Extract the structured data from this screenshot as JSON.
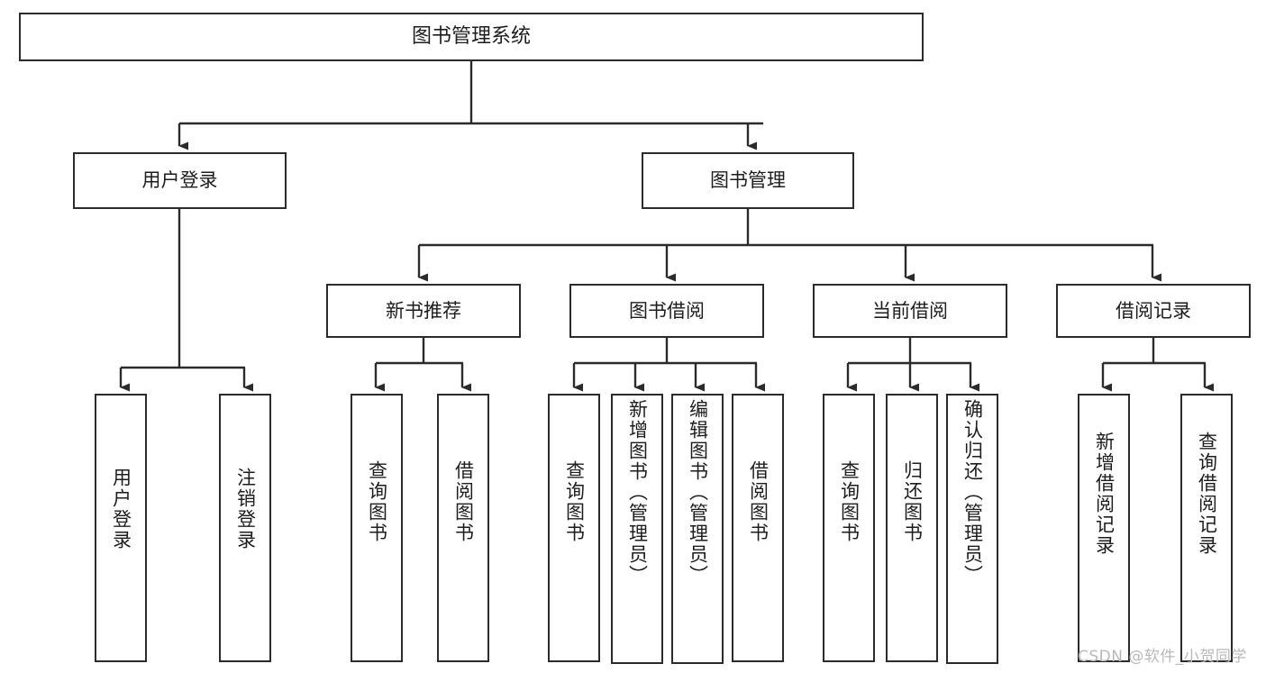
{
  "diagram": {
    "title_node": {
      "label": "图书管理系统"
    },
    "level2": [
      {
        "id": "user-login",
        "label": "用户登录"
      },
      {
        "id": "book-management",
        "label": "图书管理"
      }
    ],
    "level3": [
      {
        "id": "new-book-recommend",
        "label": "新书推荐"
      },
      {
        "id": "book-borrow",
        "label": "图书借阅"
      },
      {
        "id": "current-borrow",
        "label": "当前借阅"
      },
      {
        "id": "borrow-record",
        "label": "借阅记录"
      }
    ],
    "leaves": [
      {
        "id": "leaf-user-login",
        "label": "用户登录",
        "parent": "user-login"
      },
      {
        "id": "leaf-logout",
        "label": "注销登录",
        "parent": "user-login"
      },
      {
        "id": "leaf-query-book-1",
        "label": "查询图书",
        "parent": "new-book-recommend"
      },
      {
        "id": "leaf-borrow-book-1",
        "label": "借阅图书",
        "parent": "new-book-recommend"
      },
      {
        "id": "leaf-query-book-2",
        "label": "查询图书",
        "parent": "book-borrow"
      },
      {
        "id": "leaf-add-book",
        "label": "新增图书（管理员）",
        "parent": "book-borrow"
      },
      {
        "id": "leaf-edit-book",
        "label": "编辑图书（管理员）",
        "parent": "book-borrow"
      },
      {
        "id": "leaf-borrow-book-2",
        "label": "借阅图书",
        "parent": "book-borrow"
      },
      {
        "id": "leaf-query-book-3",
        "label": "查询图书",
        "parent": "current-borrow"
      },
      {
        "id": "leaf-return-book",
        "label": "归还图书",
        "parent": "current-borrow"
      },
      {
        "id": "leaf-confirm-return",
        "label": "确认归还（管理员）",
        "parent": "current-borrow"
      },
      {
        "id": "leaf-add-record",
        "label": "新增借阅记录",
        "parent": "borrow-record"
      },
      {
        "id": "leaf-query-record",
        "label": "查询借阅记录",
        "parent": "borrow-record"
      }
    ],
    "colors": {
      "stroke": "#2b2b2b",
      "text": "#1d1d1d",
      "background": "#ffffff",
      "watermark": "#b9b9b9"
    }
  },
  "watermark": {
    "text": "CSDN @软件_小贺同学"
  }
}
